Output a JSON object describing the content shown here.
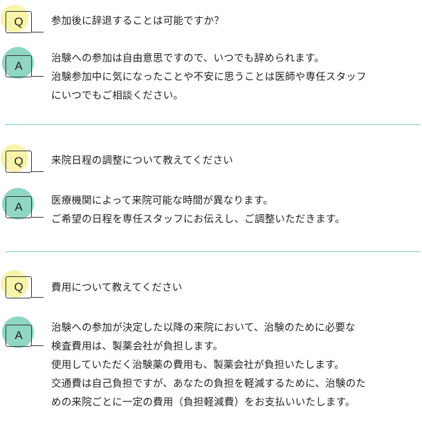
{
  "badges": {
    "question": "Q",
    "answer": "A"
  },
  "colors": {
    "question_circle": "#f7f3a8",
    "answer_circle": "#8fd6c5",
    "divider": "#7fcfc0"
  },
  "faqs": [
    {
      "question": "参加後に辞退することは可能ですか？",
      "answer_lines": [
        "治験への参加は自由意思ですので、いつでも辞められます。",
        "治験参加中に気になったことや不安に思うことは医師や専任スタッフ",
        "にいつでもご相談ください。"
      ]
    },
    {
      "question": "来院日程の調整について教えてください",
      "answer_lines": [
        "医療機関によって来院可能な時間が異なります。",
        "ご希望の日程を専任スタッフにお伝えし、ご調整いただきます。"
      ]
    },
    {
      "question": "費用について教えてください",
      "answer_lines": [
        "治験への参加が決定した以降の来院において、治験のために必要な",
        "検査費用は、製薬会社が負担します。",
        "使用していただく治験薬の費用も、製薬会社が負担いたします。",
        "交通費は自己負担ですが、あなたの負担を軽減するために、治験のた",
        "めの来院ごとに一定の費用（負担軽減費）をお支払いいたします。"
      ]
    }
  ]
}
